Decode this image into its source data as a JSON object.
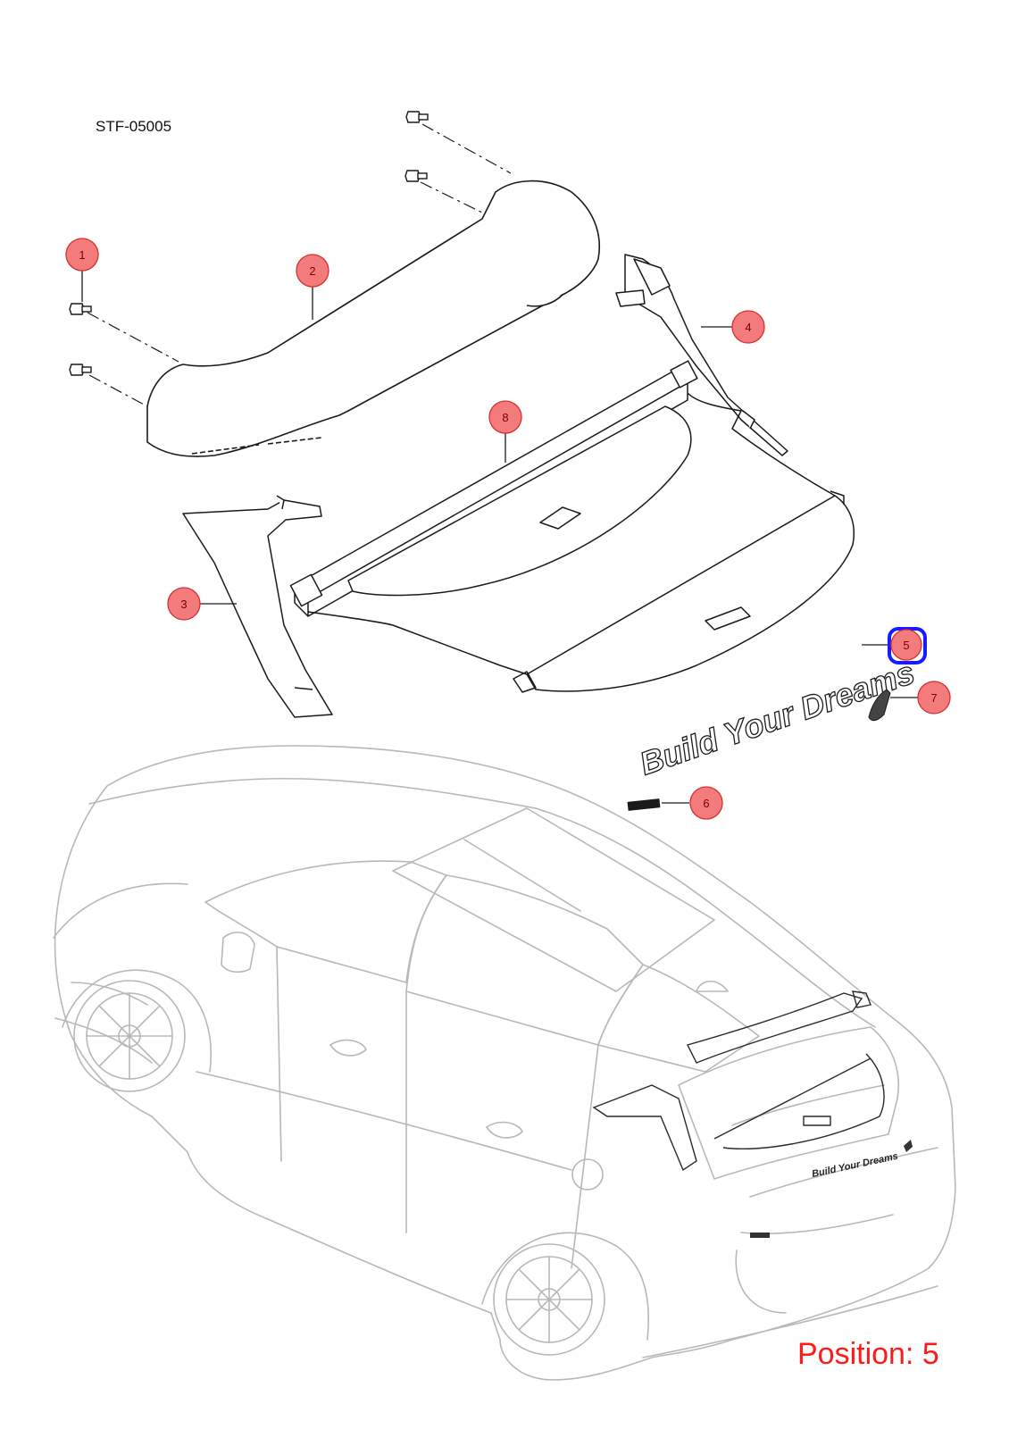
{
  "drawing": {
    "code": "STF-05005",
    "position_label": "Position: 5",
    "selected_position": "5",
    "emblem_text": "Build Your Dreams",
    "callouts": [
      "1",
      "2",
      "3",
      "4",
      "5",
      "6",
      "7",
      "8"
    ]
  },
  "colors": {
    "callout_fill": "#f47b7b",
    "callout_stroke": "#d83030",
    "selected_ring": "#1a1aff",
    "position_text": "#ff1a1a",
    "part_line": "#1a1a1a",
    "car_line": "#b8b8b8"
  }
}
